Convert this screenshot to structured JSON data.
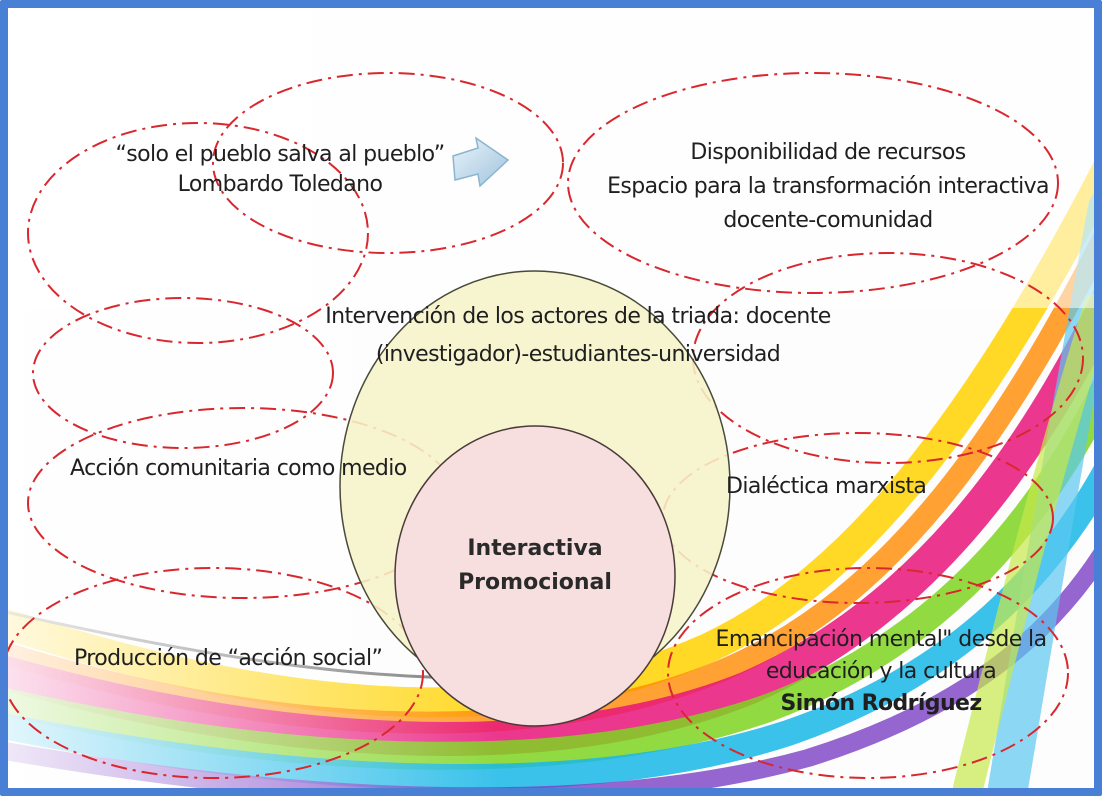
{
  "quote": {
    "line1": "“solo el pueblo salva al pueblo”",
    "line2": "Lombardo Toledano"
  },
  "resources": {
    "line1": "Disponibilidad de recursos",
    "line2": "Espacio para la transformación interactiva",
    "line3": "docente-comunidad"
  },
  "actors": {
    "line1": "Intervención de los actores de la triada: docente",
    "line2": "(investigador)-estudiantes-universidad"
  },
  "community_action": "Acción comunitaria como medio",
  "dialectics": "Dialéctica marxista",
  "social_action": "Producción de “acción social”",
  "emancipation": {
    "line1": "Emancipación mental\" desde la",
    "line2": "educación y la cultura",
    "line3": "Simón Rodríguez"
  },
  "core": {
    "line1": "Interactiva",
    "line2": "Promocional"
  },
  "colors": {
    "frame": "#4a7fd6",
    "dashed_ellipse": "#d9272e",
    "outer_circle_fill": "#f6f4c8",
    "inner_circle_fill": "#f7dfe0"
  }
}
